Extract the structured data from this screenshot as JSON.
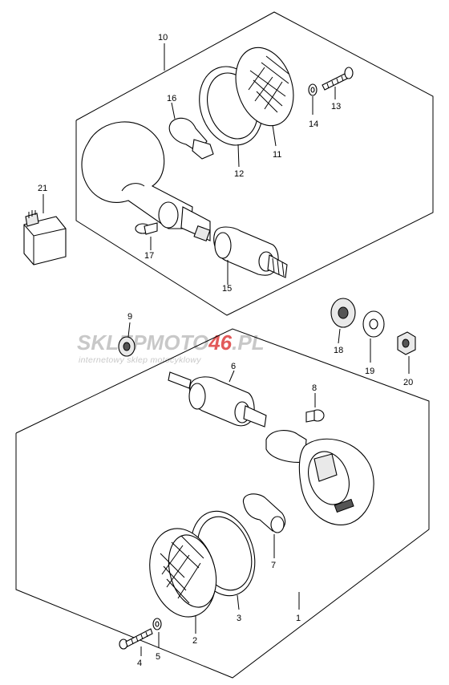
{
  "watermark": {
    "brand_part1": "SKLEPMOTO",
    "brand_part2": "46",
    "brand_part3": ".PL",
    "tagline": "internetowy sklep motocyklowy",
    "colors": {
      "gray": "#c8c8c8",
      "red": "#e25a5a"
    }
  },
  "callouts": {
    "p1": "1",
    "p2": "2",
    "p3": "3",
    "p4": "4",
    "p5": "5",
    "p6": "6",
    "p7": "7",
    "p8": "8",
    "p9": "9",
    "p10": "10",
    "p11": "11",
    "p12": "12",
    "p13": "13",
    "p14": "14",
    "p15": "15",
    "p16": "16",
    "p17": "17",
    "p18": "18",
    "p19": "19",
    "p20": "20",
    "p21": "21"
  }
}
